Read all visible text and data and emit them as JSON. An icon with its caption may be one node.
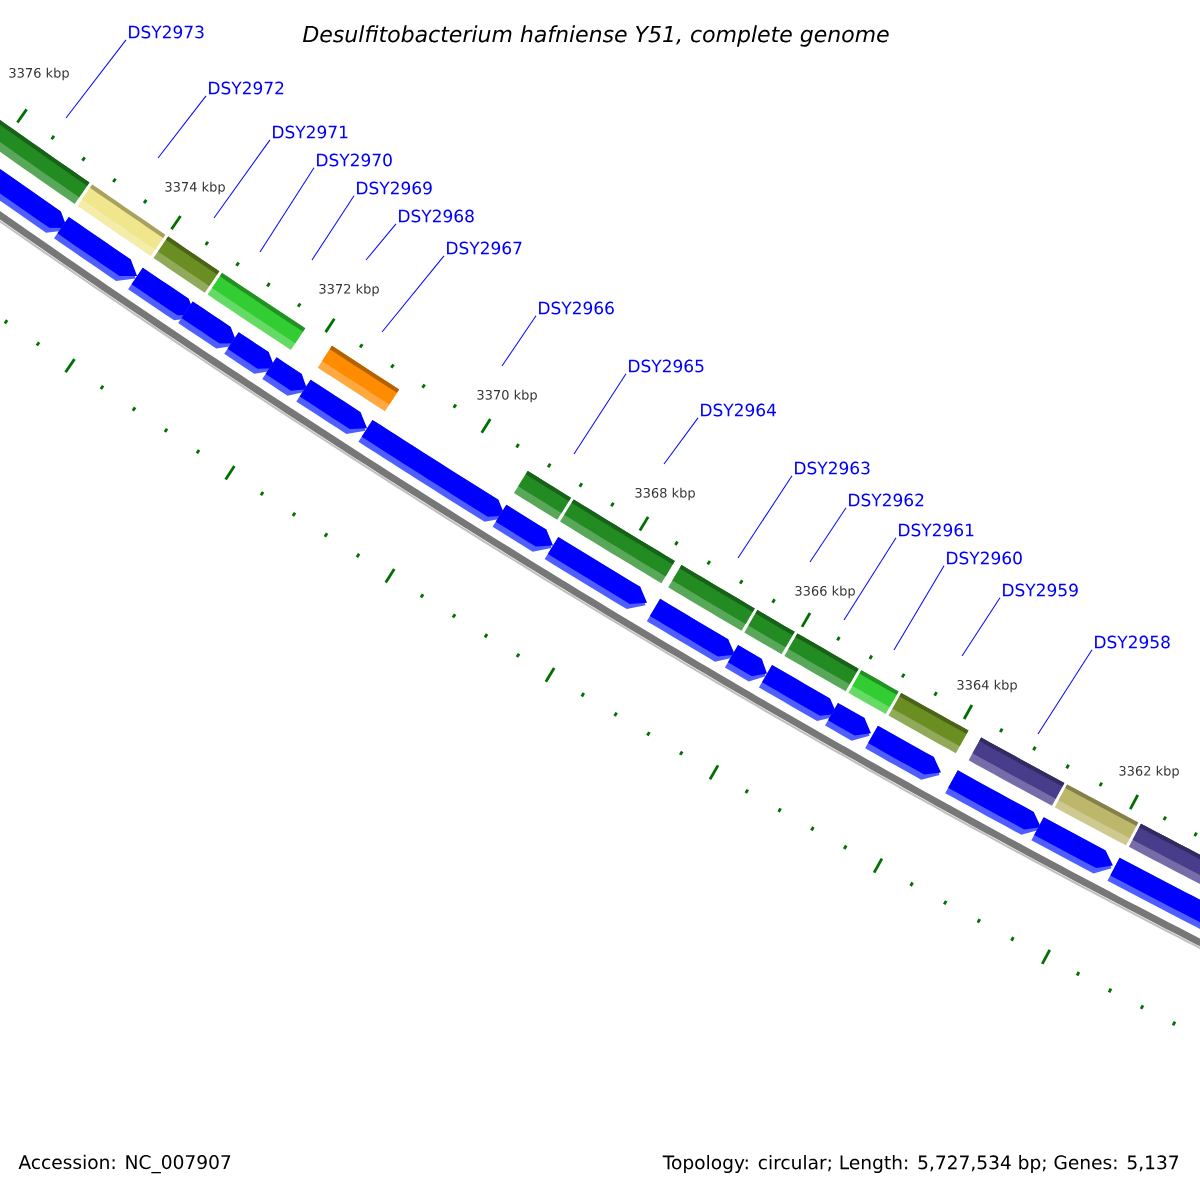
{
  "diagram": {
    "title": "Desulfitobacterium hafniense Y51, complete genome",
    "nodes": [
      {
        "text": [
          "DSY2973"
        ]
      },
      {
        "text": [
          "DSY2972"
        ]
      },
      {
        "text": [
          "DSY2971"
        ]
      },
      {
        "text": [
          "DSY2970"
        ]
      },
      {
        "text": [
          "DSY2969"
        ]
      },
      {
        "text": [
          "DSY2968"
        ]
      },
      {
        "text": [
          "DSY2967"
        ]
      },
      {
        "text": [
          "DSY2966"
        ]
      },
      {
        "text": [
          "DSY2965"
        ]
      },
      {
        "text": [
          "DSY2964"
        ]
      },
      {
        "text": [
          "DSY2963"
        ]
      },
      {
        "text": [
          "DSY2962"
        ]
      },
      {
        "text": [
          "DSY2961"
        ]
      },
      {
        "text": [
          "DSY2960"
        ]
      },
      {
        "text": [
          "DSY2959"
        ]
      },
      {
        "text": [
          "DSY2958"
        ]
      }
    ],
    "edges": [
      {
        "from": 0,
        "to": null,
        "arrow": "none"
      },
      {
        "from": 1,
        "to": null,
        "arrow": "none"
      },
      {
        "from": 2,
        "to": null,
        "arrow": "none"
      },
      {
        "from": 3,
        "to": null,
        "arrow": "none"
      },
      {
        "from": 4,
        "to": null,
        "arrow": "none"
      },
      {
        "from": 5,
        "to": null,
        "arrow": "none"
      },
      {
        "from": 6,
        "to": null,
        "arrow": "none"
      },
      {
        "from": 7,
        "to": null,
        "arrow": "none"
      },
      {
        "from": 8,
        "to": null,
        "arrow": "none"
      },
      {
        "from": 9,
        "to": null,
        "arrow": "none"
      },
      {
        "from": 10,
        "to": null,
        "arrow": "none"
      },
      {
        "from": 11,
        "to": null,
        "arrow": "none"
      },
      {
        "from": 12,
        "to": null,
        "arrow": "none"
      },
      {
        "from": 13,
        "to": null,
        "arrow": "none"
      },
      {
        "from": 14,
        "to": null,
        "arrow": "none"
      },
      {
        "from": 15,
        "to": null,
        "arrow": "none"
      }
    ],
    "labels": [
      "3376 kbp",
      "3374 kbp",
      "3372 kbp",
      "3370 kbp",
      "3368 kbp",
      "3366 kbp",
      "3364 kbp",
      "3362 kbp",
      "Accession: NC_007907",
      "Topology: circular; Length: 5,727,534 bp; Genes: 5,137"
    ]
  }
}
